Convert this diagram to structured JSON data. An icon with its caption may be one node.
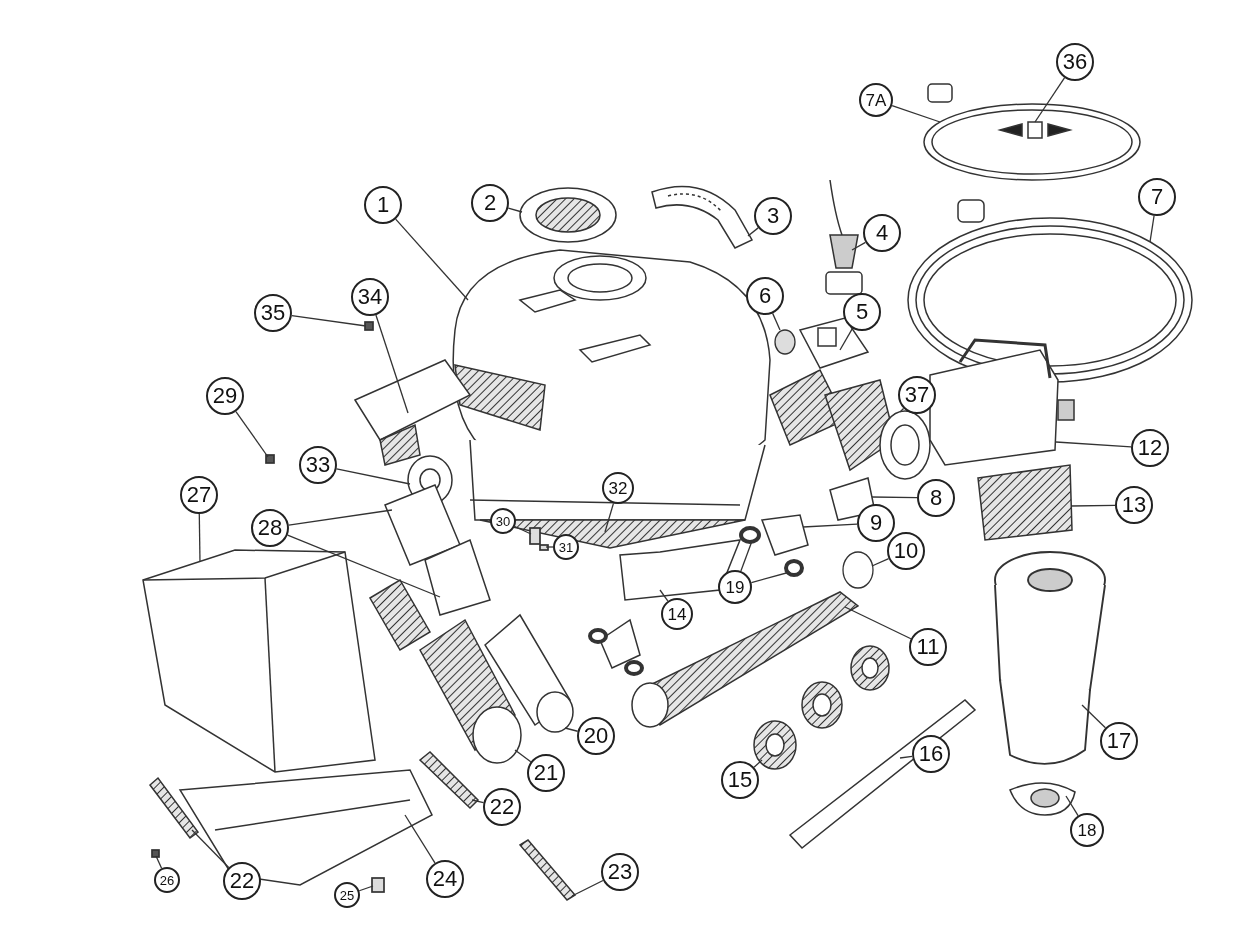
{
  "diagram": {
    "nodes": [
      {
        "text": [
          "36"
        ]
      },
      {
        "text": [
          "7A"
        ]
      },
      {
        "text": [
          "1"
        ]
      },
      {
        "text": [
          "2"
        ]
      },
      {
        "text": [
          "3"
        ]
      },
      {
        "text": [
          "7"
        ]
      },
      {
        "text": [
          "4"
        ]
      },
      {
        "text": [
          "6"
        ]
      },
      {
        "text": [
          "35"
        ]
      },
      {
        "text": [
          "5"
        ]
      },
      {
        "text": [
          "34"
        ]
      },
      {
        "text": [
          "29"
        ]
      },
      {
        "text": [
          "37"
        ]
      },
      {
        "text": [
          "12"
        ]
      },
      {
        "text": [
          "27"
        ]
      },
      {
        "text": [
          "33"
        ]
      },
      {
        "text": [
          "28"
        ]
      },
      {
        "text": [
          "32"
        ]
      },
      {
        "text": [
          "8"
        ]
      },
      {
        "text": [
          "13"
        ]
      },
      {
        "text": [
          "9"
        ]
      },
      {
        "text": [
          "30"
        ]
      },
      {
        "text": [
          "31"
        ]
      },
      {
        "text": [
          "10"
        ]
      },
      {
        "text": [
          "19"
        ]
      },
      {
        "text": [
          "14"
        ]
      },
      {
        "text": [
          "11"
        ]
      },
      {
        "text": [
          "17"
        ]
      },
      {
        "text": [
          "16"
        ]
      },
      {
        "text": [
          "20"
        ]
      },
      {
        "text": [
          "21"
        ]
      },
      {
        "text": [
          "15"
        ]
      },
      {
        "text": [
          "22"
        ]
      },
      {
        "text": [
          "18"
        ]
      },
      {
        "text": [
          "23"
        ]
      },
      {
        "text": [
          "24"
        ]
      },
      {
        "text": [
          "26"
        ]
      },
      {
        "text": [
          "22"
        ]
      },
      {
        "text": [
          "25"
        ]
      },
      {
        "text": [],
        "shape": "picture",
        "in": 40
      },
      {
        "text": [],
        "shape": "picture"
      },
      {
        "text": [],
        "shape": "picture"
      },
      {
        "text": [],
        "shape": "picture"
      },
      {
        "text": [],
        "shape": "picture"
      },
      {
        "text": [],
        "shape": "picture"
      },
      {
        "text": [],
        "shape": "picture"
      },
      {
        "text": [],
        "shape": "circle"
      },
      {
        "text": [],
        "shape": "box"
      },
      {
        "text": [],
        "shape": "picture"
      },
      {
        "text": [],
        "shape": "picture"
      },
      {
        "text": [],
        "shape": "box"
      },
      {
        "text": [],
        "shape": "picture"
      },
      {
        "text": [],
        "shape": "picture"
      },
      {
        "text": [],
        "shape": "picture"
      },
      {
        "text": [],
        "shape": "picture"
      },
      {
        "text": [],
        "shape": "picture"
      },
      {
        "text": [],
        "shape": "picture"
      },
      {
        "text": [],
        "shape": "picture"
      },
      {
        "text": [],
        "shape": "picture"
      },
      {
        "text": [],
        "shape": "picture"
      },
      {
        "text": [],
        "shape": "picture"
      },
      {
        "text": [],
        "shape": "box"
      },
      {
        "text": [],
        "shape": "box"
      },
      {
        "text": [],
        "shape": "circle"
      },
      {
        "text": [],
        "shape": "circle"
      },
      {
        "text": [],
        "shape": "circle"
      },
      {
        "text": [],
        "shape": "picture"
      },
      {
        "text": [],
        "shape": "picture"
      },
      {
        "text": [],
        "shape": "cylinder"
      },
      {
        "text": [],
        "shape": "picture"
      },
      {
        "text": [],
        "shape": "picture"
      },
      {
        "text": [],
        "shape": "picture"
      },
      {
        "text": [],
        "shape": "picture"
      },
      {
        "text": [],
        "shape": "picture"
      },
      {
        "text": [],
        "shape": "picture"
      },
      {
        "text": [],
        "shape": "picture"
      },
      {
        "text": [],
        "shape": "picture"
      },
      {
        "text": [],
        "shape": "box"
      },
      {
        "text": [],
        "shape": "picture"
      },
      {
        "text": [],
        "shape": "box"
      }
    ],
    "edges": [
      {
        "from": 0,
        "to": 39,
        "arrow": "none"
      },
      {
        "from": 1,
        "to": 40,
        "arrow": "none"
      },
      {
        "from": 2,
        "to": 41,
        "arrow": "none"
      },
      {
        "from": 3,
        "to": 42,
        "arrow": "none"
      },
      {
        "from": 4,
        "to": 43,
        "arrow": "none"
      },
      {
        "from": 5,
        "to": 44,
        "arrow": "none"
      },
      {
        "from": 6,
        "to": 45,
        "arrow": "none"
      },
      {
        "from": 7,
        "to": 46,
        "arrow": "none"
      },
      {
        "from": 8,
        "to": 47,
        "arrow": "none"
      },
      {
        "from": 9,
        "to": 48,
        "arrow": "none"
      },
      {
        "from": 10,
        "to": 49,
        "arrow": "none"
      },
      {
        "from": 11,
        "to": 50,
        "arrow": "none"
      },
      {
        "from": 12,
        "to": 51,
        "arrow": "none"
      },
      {
        "from": 13,
        "to": 52,
        "arrow": "none"
      },
      {
        "from": 14,
        "to": 53,
        "arrow": "none"
      },
      {
        "from": 15,
        "to": 54,
        "arrow": "none"
      },
      {
        "from": 16,
        "to": 55,
        "arrow": "none"
      },
      {
        "from": 16,
        "to": 56,
        "arrow": "none"
      },
      {
        "from": 17,
        "to": 57,
        "arrow": "none"
      },
      {
        "from": 18,
        "to": 58,
        "arrow": "none"
      },
      {
        "from": 19,
        "to": 59,
        "arrow": "none"
      },
      {
        "from": 20,
        "to": 60,
        "arrow": "none"
      },
      {
        "from": 21,
        "to": 61,
        "arrow": "none"
      },
      {
        "from": 22,
        "to": 62,
        "arrow": "none"
      },
      {
        "from": 23,
        "to": 63,
        "arrow": "none"
      },
      {
        "from": 24,
        "to": 64,
        "arrow": "none"
      },
      {
        "from": 24,
        "to": 65,
        "arrow": "none"
      },
      {
        "from": 25,
        "to": 66,
        "arrow": "none"
      },
      {
        "from": 26,
        "to": 67,
        "arrow": "none"
      },
      {
        "from": 27,
        "to": 68,
        "arrow": "none"
      },
      {
        "from": 28,
        "to": 69,
        "arrow": "none"
      },
      {
        "from": 29,
        "to": 70,
        "arrow": "none"
      },
      {
        "from": 30,
        "to": 71,
        "arrow": "none"
      },
      {
        "from": 31,
        "to": 72,
        "arrow": "none"
      },
      {
        "from": 32,
        "to": 73,
        "arrow": "none"
      },
      {
        "from": 33,
        "to": 74,
        "arrow": "none"
      },
      {
        "from": 34,
        "to": 75,
        "arrow": "none"
      },
      {
        "from": 35,
        "to": 76,
        "arrow": "none"
      },
      {
        "from": 36,
        "to": 77,
        "arrow": "none"
      },
      {
        "from": 37,
        "to": 78,
        "arrow": "none"
      },
      {
        "from": 38,
        "to": 79,
        "arrow": "none"
      }
    ]
  }
}
